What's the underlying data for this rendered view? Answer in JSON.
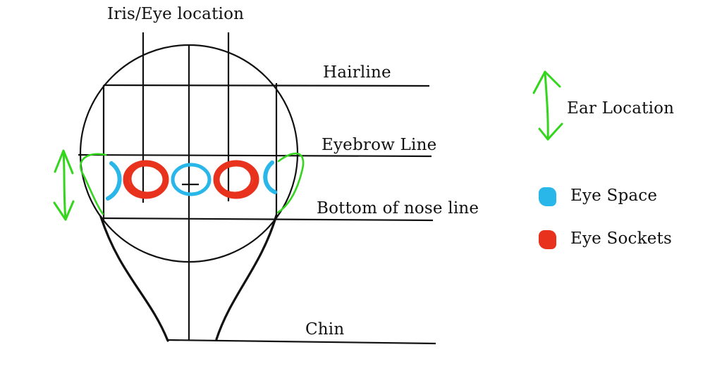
{
  "labels": {
    "iris_eye_location": "Iris/Eye location",
    "hairline": "Hairline",
    "eyebrow_line": "Eyebrow Line",
    "bottom_of_nose_line": "Bottom of nose line",
    "chin": "Chin",
    "ear_location": "Ear Location"
  },
  "legend": [
    {
      "label": "Eye Space",
      "color": "#29b6e8"
    },
    {
      "label": "Eye Sockets",
      "color": "#e8321d"
    }
  ],
  "colors": {
    "line": "#111111",
    "ear": "#33d61c",
    "eye_space": "#29b6e8",
    "eye_sockets": "#e8321d"
  }
}
